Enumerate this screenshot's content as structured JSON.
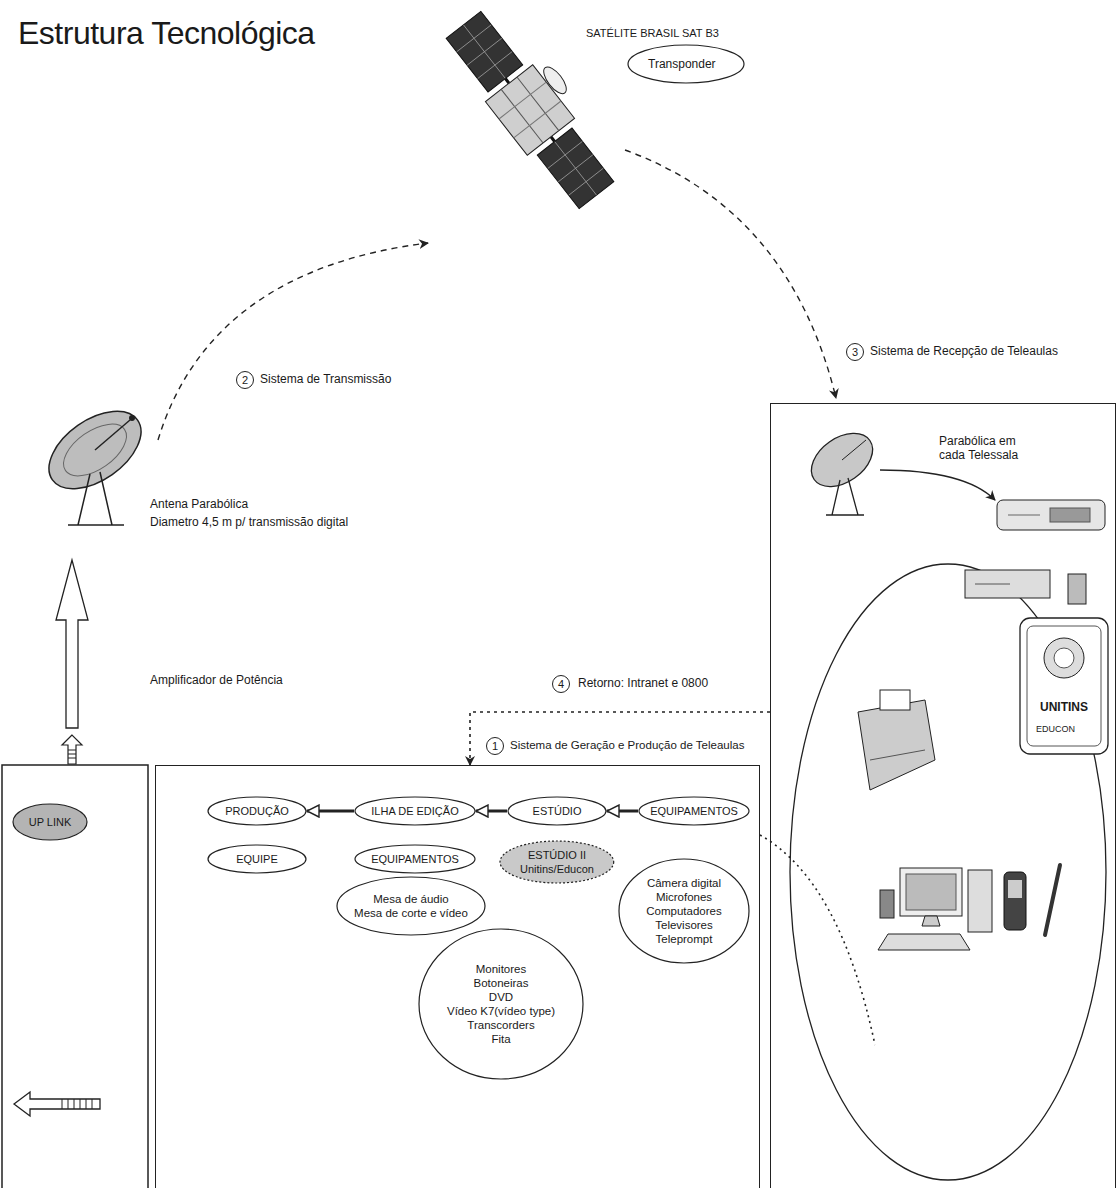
{
  "diagram": {
    "title": "Estrutura Tecnológica",
    "nodes": [
      {
        "text": [
          "SATÉLITE BRASIL SAT B3",
          "Transponder"
        ]
      },
      {
        "text": [
          "Parabólica em cada Telessala"
        ]
      },
      {
        "text": [
          "UP LINK"
        ]
      },
      {
        "text": [
          "1",
          "Sistema de Geração e Produção de Teleaulas"
        ]
      },
      {
        "text": [
          "PRODUÇÃO"
        ],
        "in": 3
      },
      {
        "text": [
          "EQUIPE"
        ],
        "in": 3
      },
      {
        "text": [
          "ILHA DE EDIÇÃO"
        ],
        "in": 3
      },
      {
        "text": [
          "EQUIPAMENTOS"
        ],
        "in": 3
      },
      {
        "text": [
          "ESTÚDIO"
        ],
        "in": 3
      },
      {
        "text": [
          "ESTÚDIO II Unitins/Educon"
        ],
        "in": 3
      },
      {
        "text": [
          "EQUIPAMENTOS"
        ],
        "in": 3
      },
      {
        "text": [
          "Mesa de áudio",
          "Mesa de corte e vídeo"
        ],
        "in": 3
      },
      {
        "text": [
          "Monitores",
          "Botoneiras",
          "DVD",
          "Vídeo K7(vídeo type)",
          "Transcorders",
          "Fita"
        ],
        "in": 3
      },
      {
        "text": [
          "Câmera digital",
          "Microfones",
          "Computadores",
          "Televisores",
          "Teleprompt"
        ],
        "in": 3
      }
    ],
    "edges": [
      {
        "from": 10,
        "to": 8,
        "arrow": "to"
      },
      {
        "from": 8,
        "to": 6,
        "arrow": "to"
      },
      {
        "from": 6,
        "to": 4,
        "arrow": "to"
      },
      {
        "from": 1,
        "to": 3,
        "label": "Retorno: Intranet e 0800",
        "arrow": "to"
      }
    ],
    "labels": [
      "2",
      "Sistema de Transmissão",
      "3",
      "Sistema de Recepção de Teleaulas",
      "Antena Parabólica",
      "Diametro 4,5 m p/ transmissão digital",
      "Amplificador de Potência",
      "4",
      "UNITINS",
      "EDUCON"
    ]
  }
}
